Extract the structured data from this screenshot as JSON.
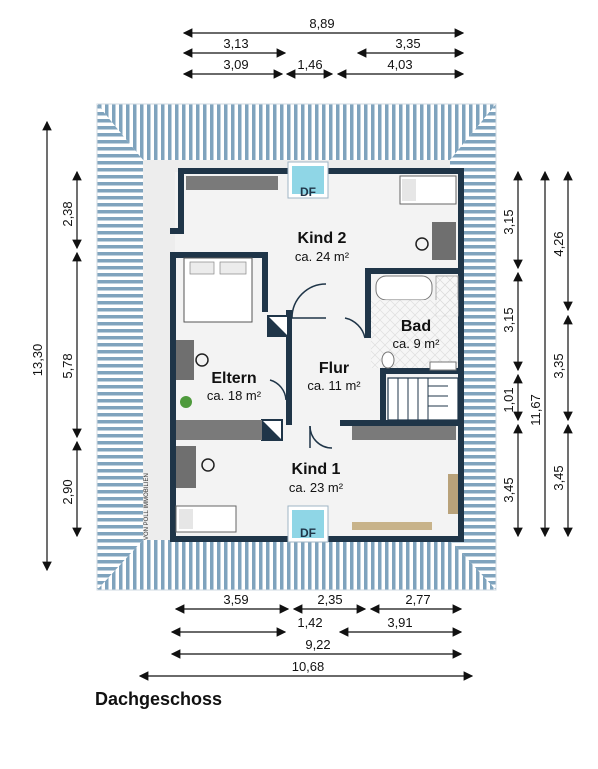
{
  "floor_title": "Dachgeschoss",
  "rooms": {
    "kind2": {
      "name": "Kind 2",
      "area": "ca. 24 m²"
    },
    "eltern": {
      "name": "Eltern",
      "area": "ca. 18 m²"
    },
    "flur": {
      "name": "Flur",
      "area": "ca. 11 m²"
    },
    "bad": {
      "name": "Bad",
      "area": "ca. 9 m²"
    },
    "kind1": {
      "name": "Kind 1",
      "area": "ca. 23 m²"
    }
  },
  "skylights": {
    "top": "DF",
    "bottom": "DF"
  },
  "dimensions": {
    "top_total": "8,89",
    "top_row2_left": "3,13",
    "top_row2_right": "3,35",
    "top_row3_left": "3,09",
    "top_row3_mid": "1,46",
    "top_row3_right": "4,03",
    "left_total": "13,30",
    "left_top": "2,38",
    "left_mid": "5,78",
    "left_bottom": "2,90",
    "right_inner_top": "3,15",
    "right_inner_mid": "3,15",
    "right_inner_small": "1,01",
    "right_inner_bottom": "3,45",
    "right_mid_top": "4,26",
    "right_mid_mid": "3,35",
    "right_mid_bottom": "3,45",
    "right_total": "11,67",
    "bottom_row1_left": "3,59",
    "bottom_row1_mid": "2,35",
    "bottom_row1_right": "2,77",
    "bottom_row2_left": "1,42",
    "bottom_row2_right": "3,91",
    "bottom_row3": "9,22",
    "bottom_row4": "10,68"
  },
  "watermark": "VON POLL IMMOBILIEN",
  "colors": {
    "wall": "#1f3548",
    "roof_stripe": "#7fa3bd",
    "floor": "#f1f1f1",
    "skylight": "#8fd6e6"
  }
}
